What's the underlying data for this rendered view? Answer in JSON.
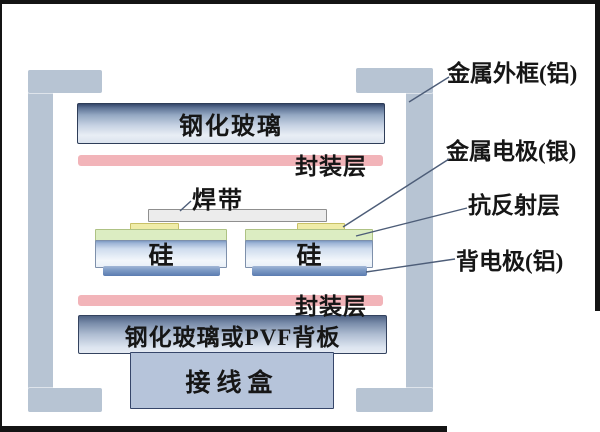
{
  "labels": {
    "tempered_glass": "钢化玻璃",
    "encapsulant_top": "封装层",
    "solder_ribbon": "焊带",
    "silicon_left": "硅",
    "silicon_right": "硅",
    "encapsulant_bottom": "封装层",
    "backsheet": "钢化玻璃或PVF背板",
    "junction_box": "接线盒"
  },
  "callouts": {
    "metal_frame": "金属外框(铝)",
    "metal_electrode": "金属电极(银)",
    "anti_reflection": "抗反射层",
    "back_electrode": "背电极(铝)"
  },
  "colors": {
    "frame": "#b7c4d3",
    "encapsulant": "#f2b4b9",
    "ar-layer": "#dcedc2",
    "ar-border": "#aec284",
    "silver-electrode": "#efeca8",
    "silver-border": "#c9c167",
    "ribbon-fill": "#ececec",
    "ribbon-border": "#8f8f8f",
    "junction-fill": "#b6c4da",
    "line": "#4d5d78"
  }
}
